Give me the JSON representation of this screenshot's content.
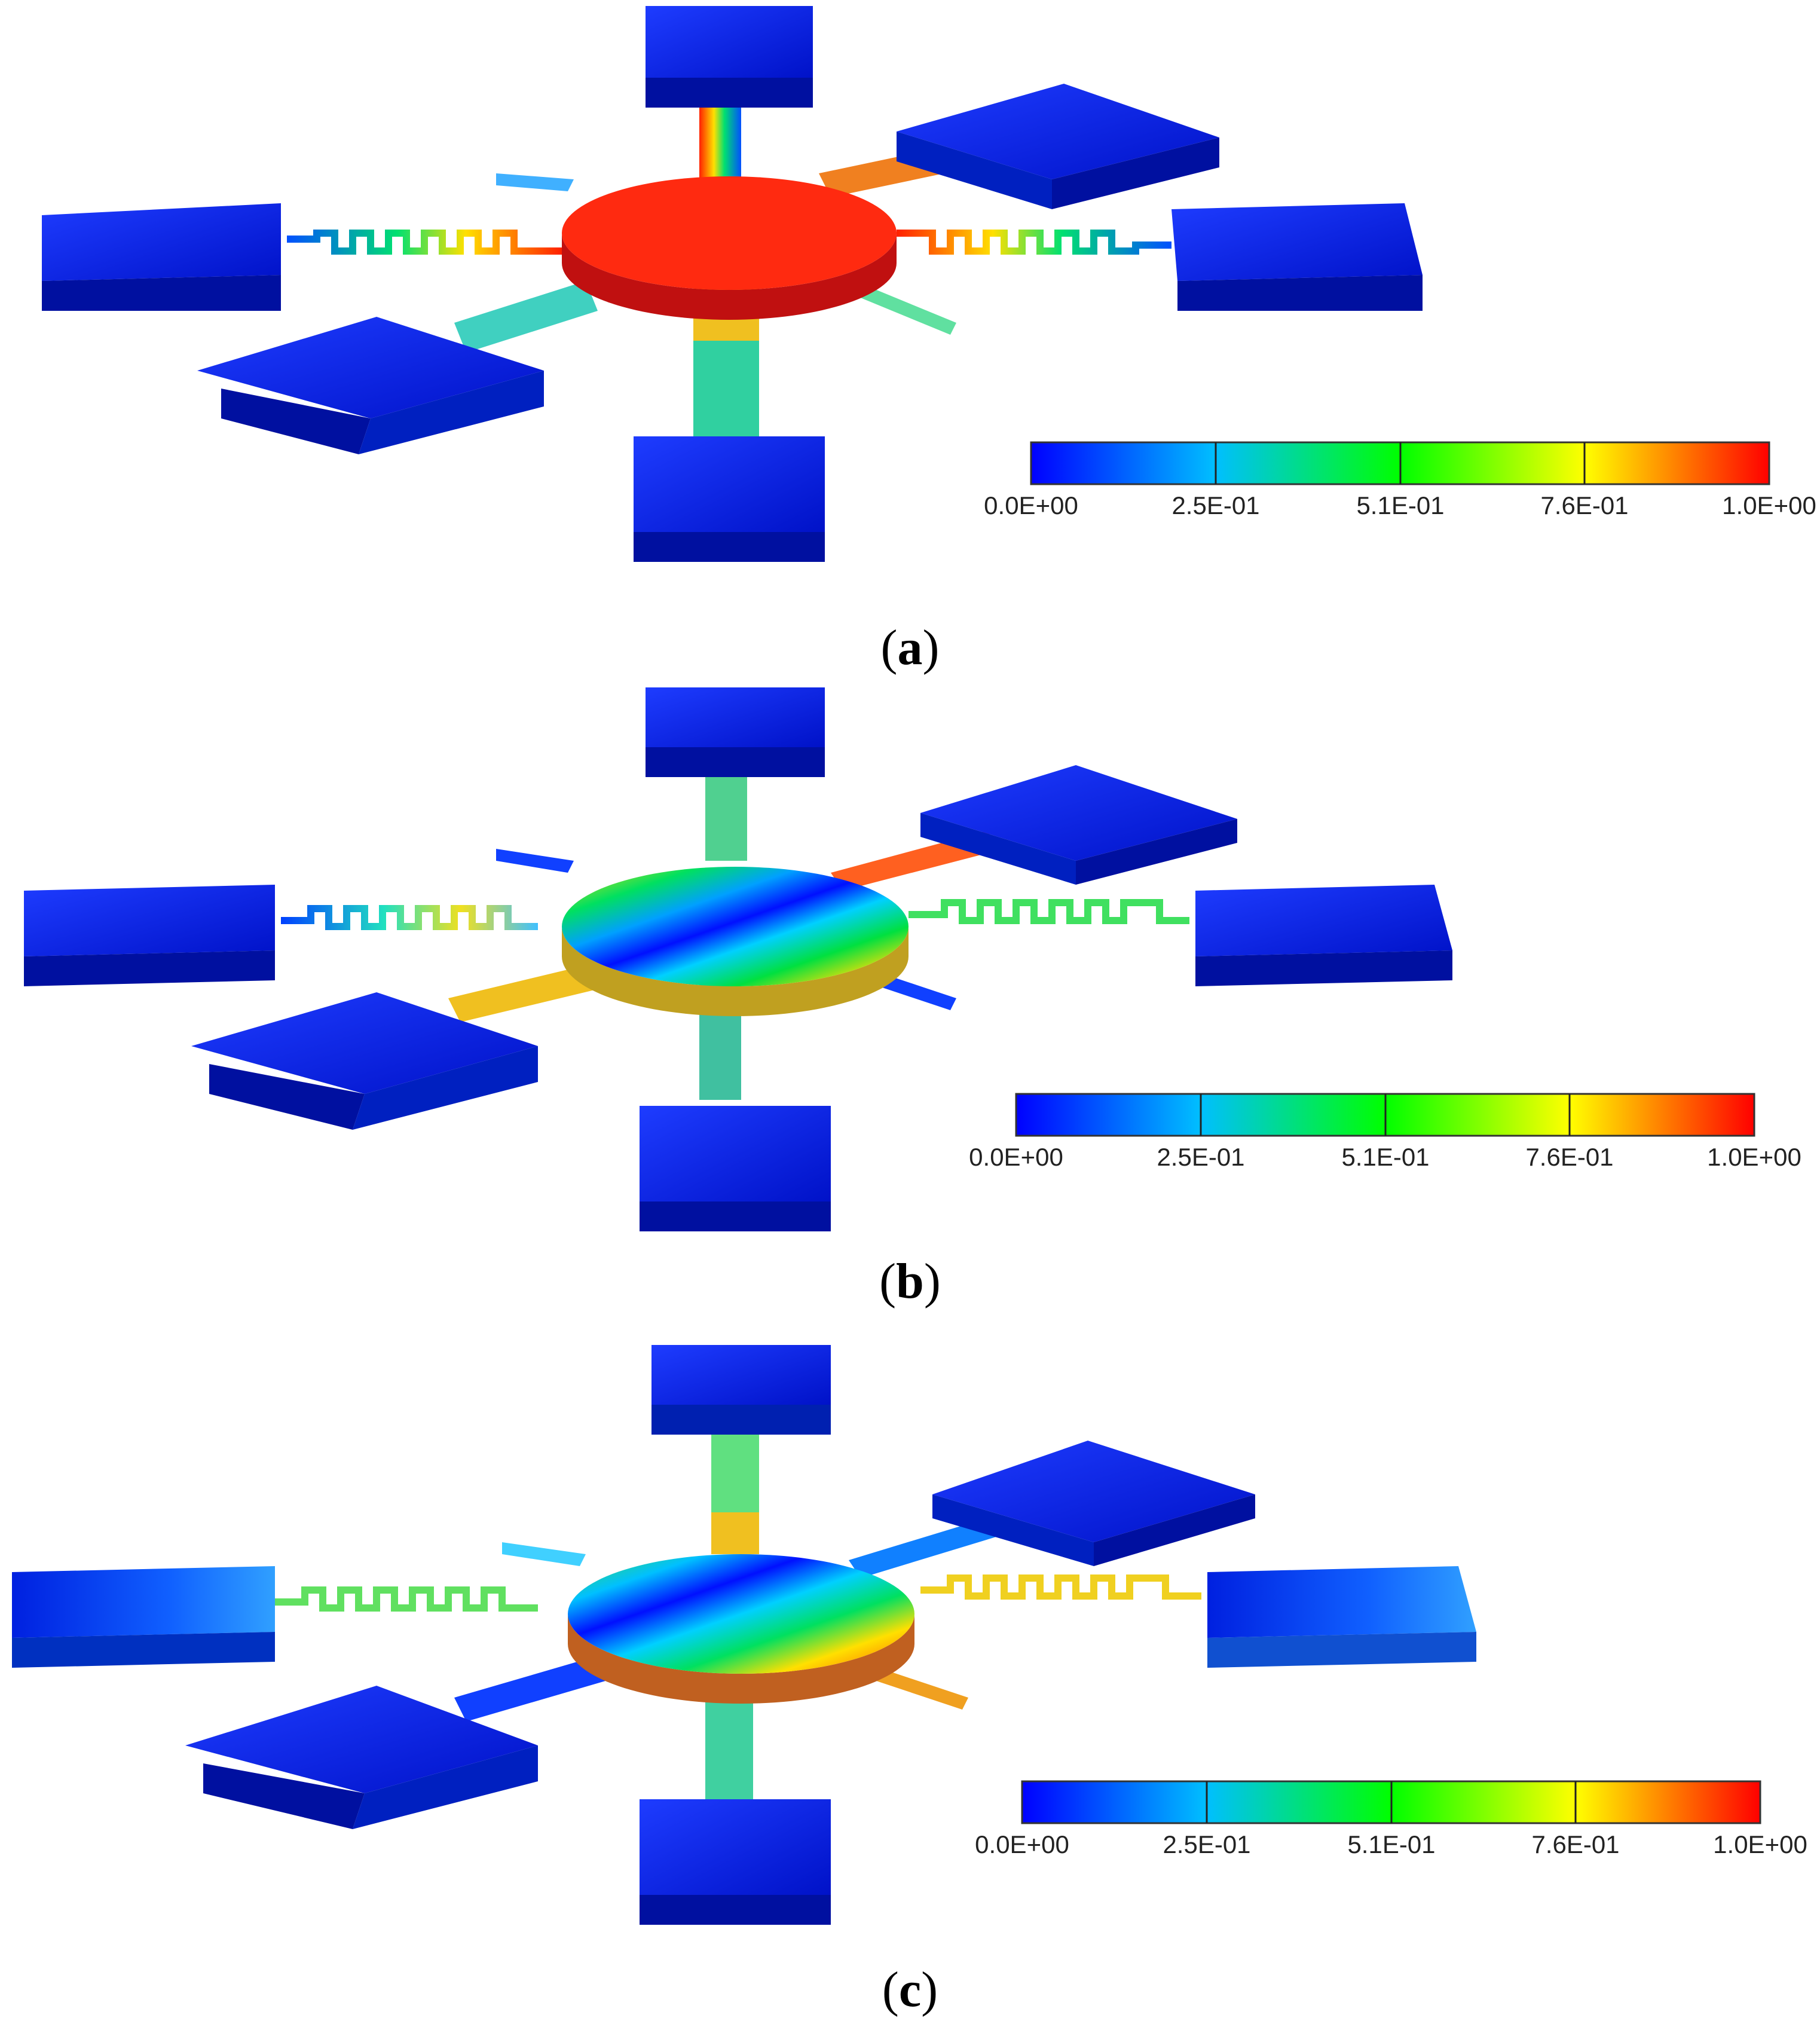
{
  "panels": [
    {
      "label": "a",
      "mode": "uniform"
    },
    {
      "label": "b",
      "mode": "stripes"
    },
    {
      "label": "c",
      "mode": "stripes2"
    }
  ],
  "colorbar": {
    "ticks": [
      "0.0E+00",
      "2.5E-01",
      "5.1E-01",
      "7.6E-01",
      "1.0E+00"
    ],
    "colors": [
      "#0000ff",
      "#00bfff",
      "#00ff00",
      "#ffff00",
      "#ff0000"
    ]
  }
}
